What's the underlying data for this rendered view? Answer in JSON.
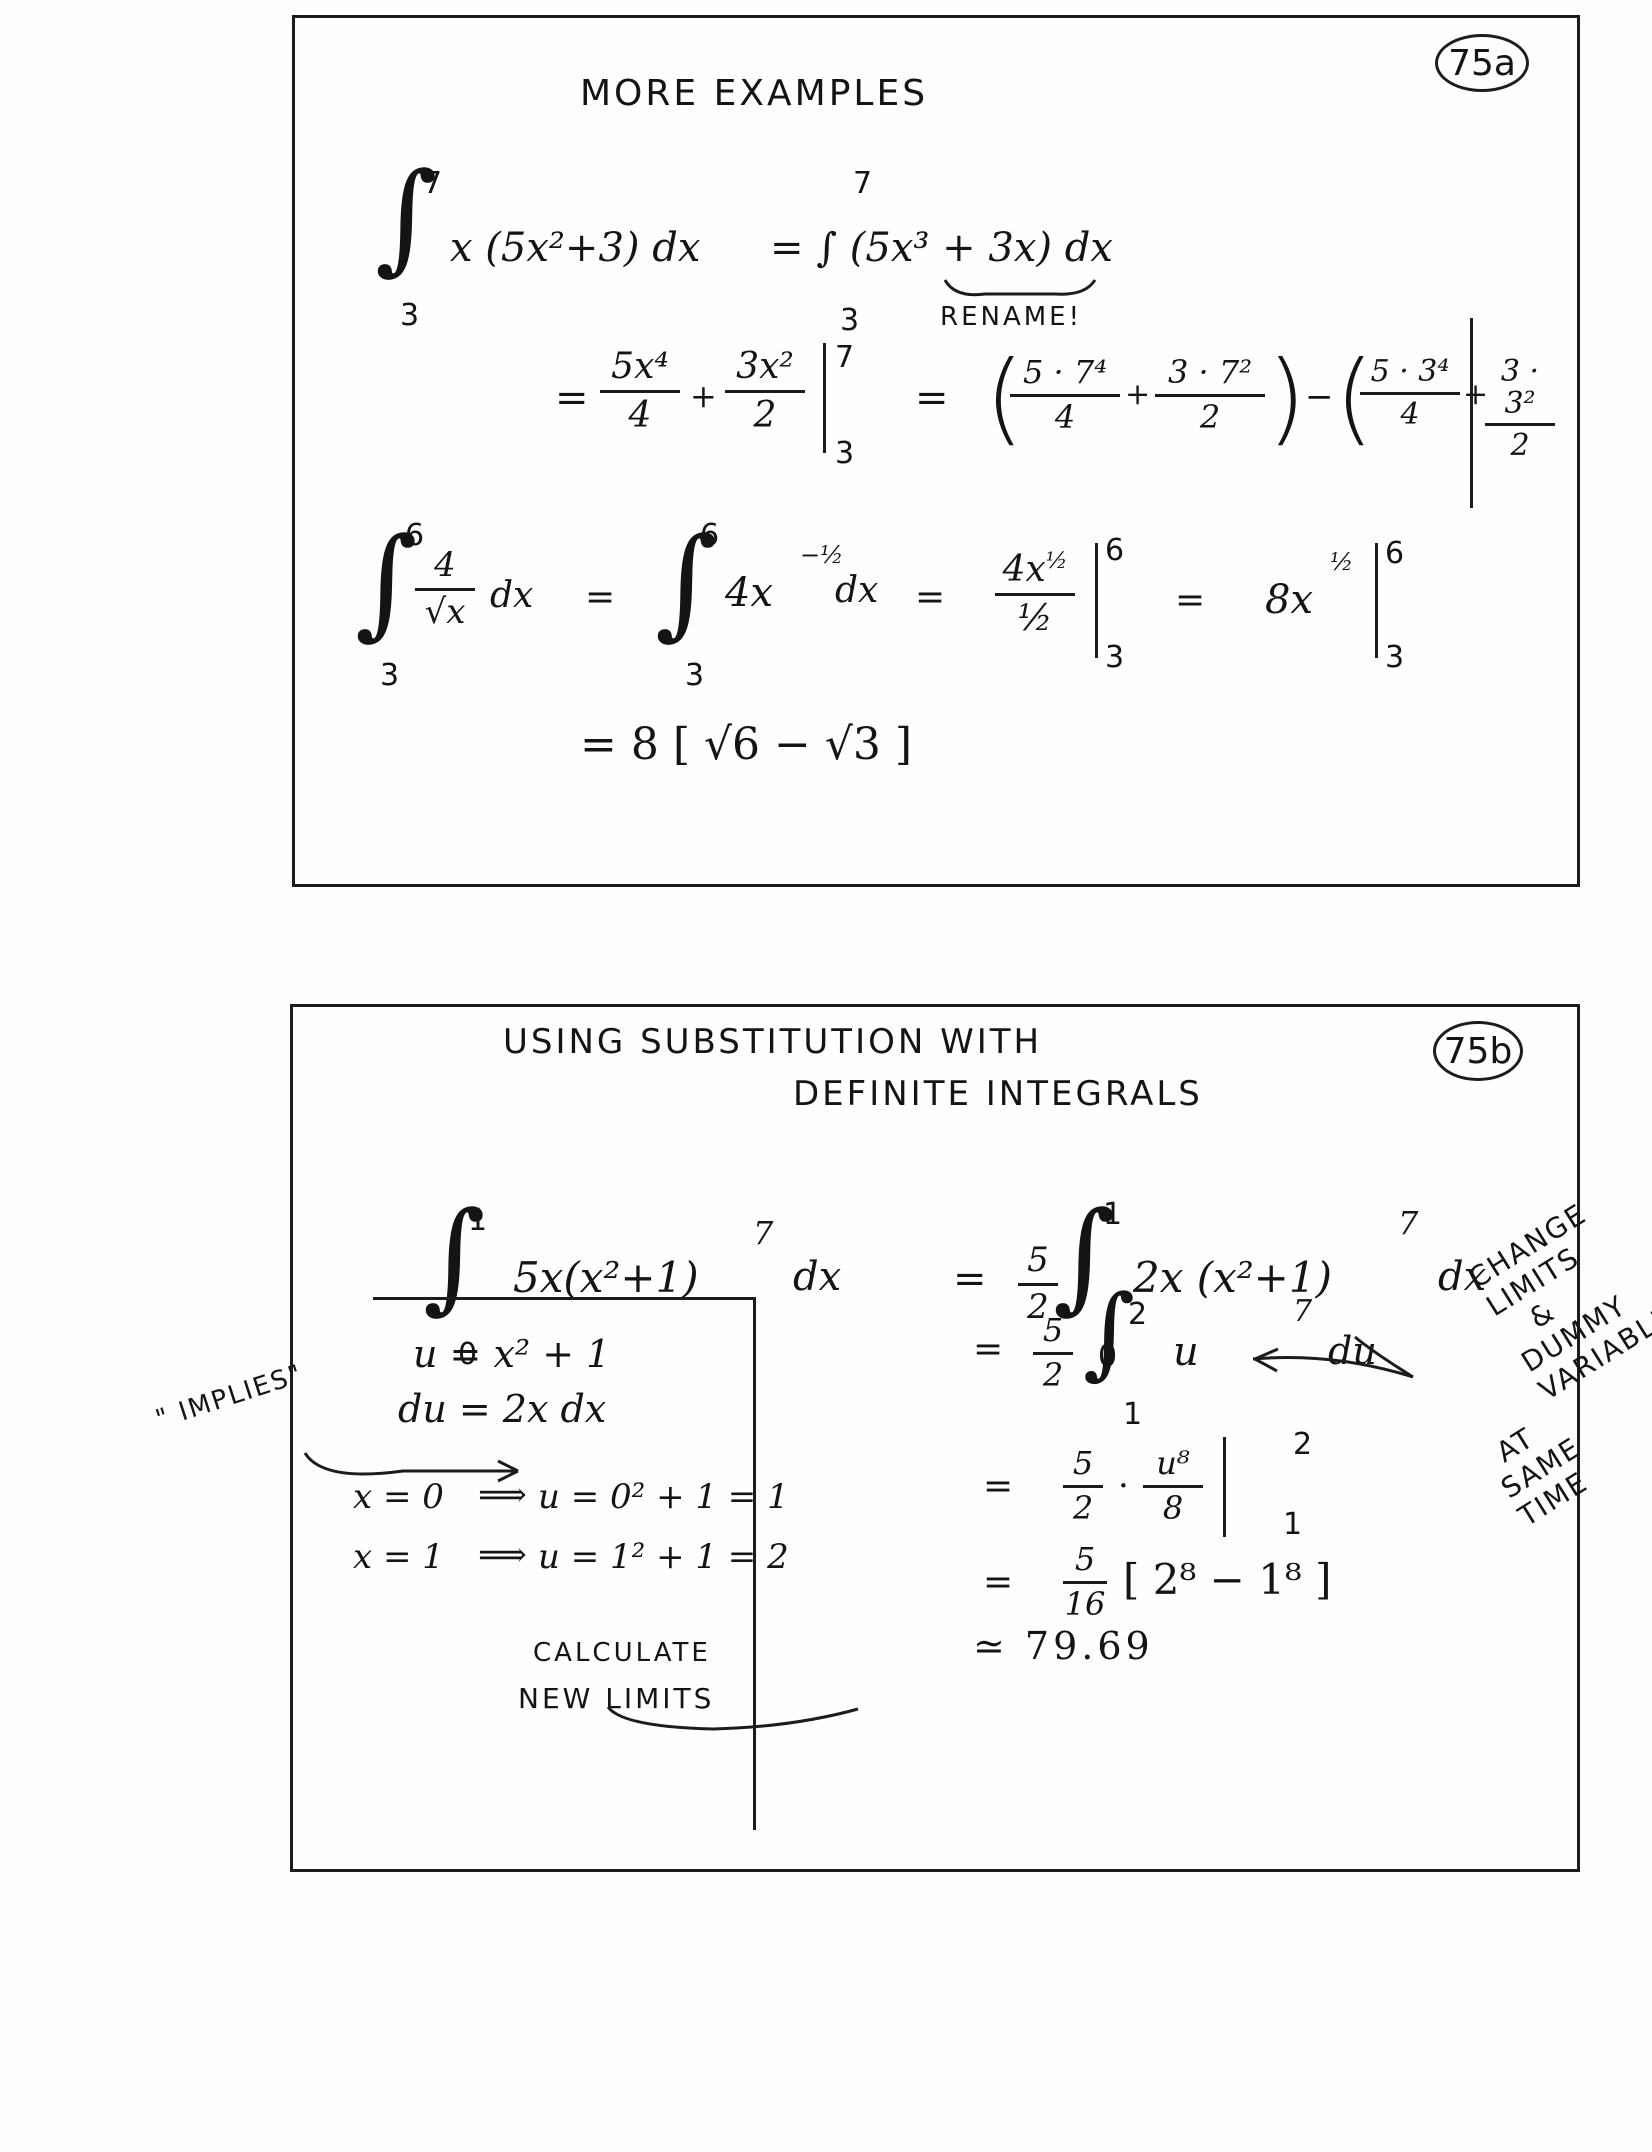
{
  "slide_a": {
    "badge": "75a",
    "title": "MORE EXAMPLES",
    "ex1": {
      "lower": "3",
      "upper": "7",
      "integrand": "x (5x²+3) dx",
      "eq_rhs": "= ∫ (5x³ + 3x) dx",
      "rhs_lower": "3",
      "rhs_upper": "7",
      "rename_label": "RENAME!",
      "line2_eq": "=",
      "f1_num": "5x⁴",
      "f1_den": "4",
      "plus": "+",
      "f2_num": "3x²",
      "f2_den": "2",
      "eval_upper": "7",
      "eval_lower": "3",
      "eq2": "=",
      "p1_num": "5 · 7⁴",
      "p1_den": "4",
      "p2_num": "3 · 7²",
      "p2_den": "2",
      "minus": "−",
      "p3_num": "5 · 3⁴",
      "p3_den": "4",
      "p4_num": "3 · 3²",
      "p4_den": "2"
    },
    "ex2": {
      "lower": "3",
      "upper": "6",
      "frac_num": "4",
      "frac_den": "√x",
      "dx": "dx",
      "eq1": "=",
      "rhs_lower": "3",
      "rhs_upper": "6",
      "integrand": "4x",
      "exp": "−½",
      "dx2": "dx",
      "eq2": "=",
      "f_num": "4x",
      "f_num_exp": "½",
      "f_den": "½",
      "eval_upper": "6",
      "eval_lower": "3",
      "eq3": "=",
      "result": "8x",
      "result_exp": "½",
      "eval2_upper": "6",
      "eval2_lower": "3",
      "final": "= 8 [ √6 − √3 ]"
    }
  },
  "slide_b": {
    "badge": "75b",
    "title_line1": "USING SUBSTITUTION   WITH",
    "title_line2": "DEFINITE INTEGRALS",
    "lhs": {
      "upper": "1",
      "lower": "0",
      "integrand": "5x(x²+1)",
      "exp": "7",
      "dx": "dx"
    },
    "rhs1": {
      "eq": "=",
      "coef_num": "5",
      "coef_den": "2",
      "upper": "1",
      "lower": "0",
      "integrand": "2x (x²+1)",
      "exp": "7",
      "dx": "dx"
    },
    "rhs2": {
      "eq": "=",
      "coef_num": "5",
      "coef_den": "2",
      "upper": "2",
      "lower": "1",
      "integrand": "u",
      "exp": "7",
      "du": "du"
    },
    "rhs3": {
      "eq": "=",
      "coef_num": "5",
      "coef_den": "2",
      "dot": "·",
      "u_num": "u⁸",
      "u_den": "8",
      "eval_upper": "2",
      "eval_lower": "1"
    },
    "rhs4": {
      "eq": "=",
      "coef_num": "5",
      "coef_den": "16",
      "bracket": "[ 2⁸ − 1⁸ ]"
    },
    "approx": "≃ 79.69",
    "sub_box": {
      "u_def": "u = x² + 1",
      "du_def": "du = 2x dx",
      "row1_left": "x = 0",
      "row1_arrow": "⟹",
      "row1_right": "u = 0² + 1 = 1",
      "row2_left": "x = 1",
      "row2_arrow": "⟹",
      "row2_right": "u = 1² + 1 = 2",
      "calc_line1": "CALCULATE",
      "calc_line2": "NEW LIMITS"
    },
    "implies_note": "\" IMPLIES\"",
    "side_note": [
      "CHANGE",
      "LIMITS",
      "&",
      "DUMMY",
      "VARIABLE",
      "AT",
      "SAME",
      "TIME"
    ]
  }
}
